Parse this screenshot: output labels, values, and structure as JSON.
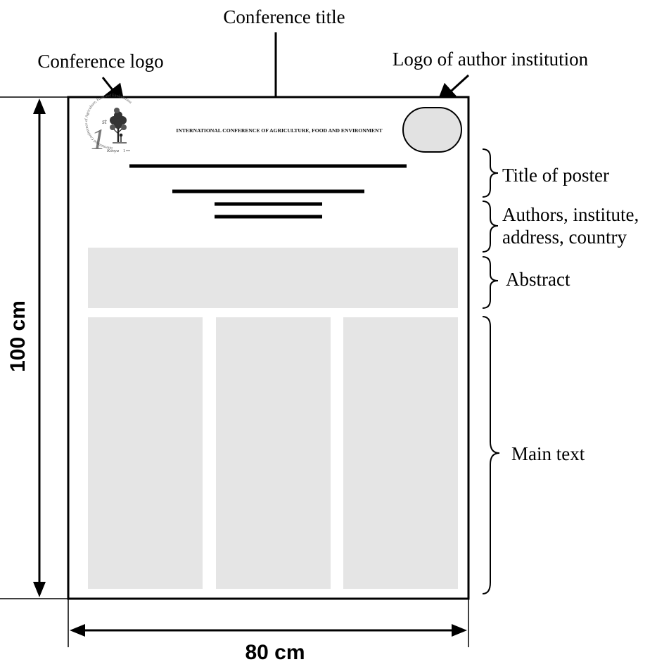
{
  "callouts": {
    "conference_title": "Conference title",
    "conference_logo": "Conference logo",
    "institution_logo": "Logo of author institution"
  },
  "header_banner": "INTERNATIONAL CONFERENCE OF AGRICULTURE, FOOD AND ENVIRONMENT",
  "logo_text": {
    "ordinal_number": "1",
    "ordinal_suffix": "st",
    "ring_text": "International Conference of Agriculture, Food and Environment",
    "place": "Konya"
  },
  "sections": {
    "title": "Title of poster",
    "authors_line1": "Authors, institute,",
    "authors_line2": "address, country",
    "abstract": "Abstract",
    "main_text": "Main text"
  },
  "dimensions": {
    "height": "100 cm",
    "width": "80 cm"
  },
  "colors": {
    "line": "#000000",
    "panel_fill": "#e5e5e5",
    "oval_fill": "#e2e2e2"
  },
  "icons": {
    "conference_logo": "tree-logo-icon",
    "institution_logo": "oval-placeholder-icon"
  }
}
